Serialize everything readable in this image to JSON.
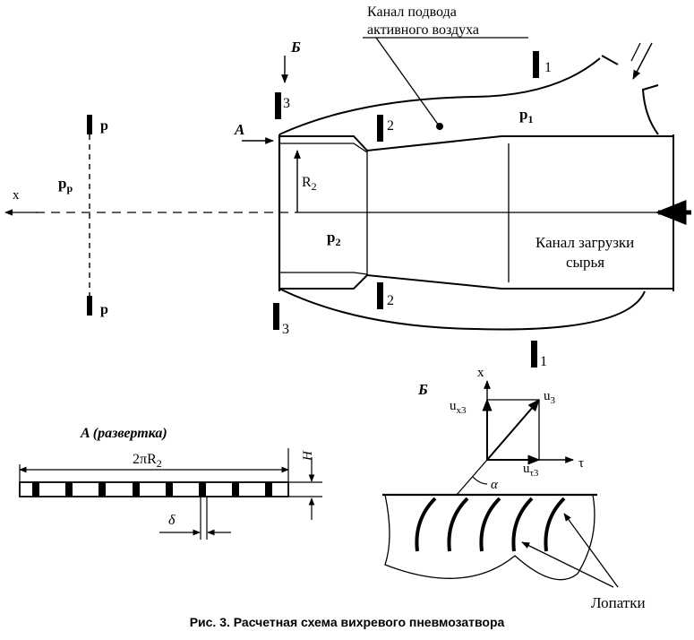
{
  "labels": {
    "air_channel_l1": "Канал подвода",
    "air_channel_l2": "активного воздуха",
    "section_b": "Б",
    "section_a": "A",
    "num1": "1",
    "num2": "2",
    "num3": "3",
    "p": "p",
    "pp": "p",
    "pp_sub": "p",
    "p1": "p",
    "p1_sub": "1",
    "p2": "p",
    "p2_sub": "2",
    "x": "x",
    "R2": "R",
    "R2_sub": "2",
    "load_l1": "Канал загрузки",
    "load_l2": "сырья",
    "unfold_title": "A (развертка)",
    "circ": "2πR",
    "circ_sub": "2",
    "H": "H",
    "delta": "δ",
    "vec_x": "x",
    "ux": "u",
    "ux_sub": "x3",
    "u3": "u",
    "u3_sub": "3",
    "ut": "u",
    "ut_sub": "τ3",
    "tau": "τ",
    "alpha": "α",
    "blades": "Лопатки"
  },
  "caption": "Рис. 3. Расчетная схема вихревого пневмозатвора"
}
